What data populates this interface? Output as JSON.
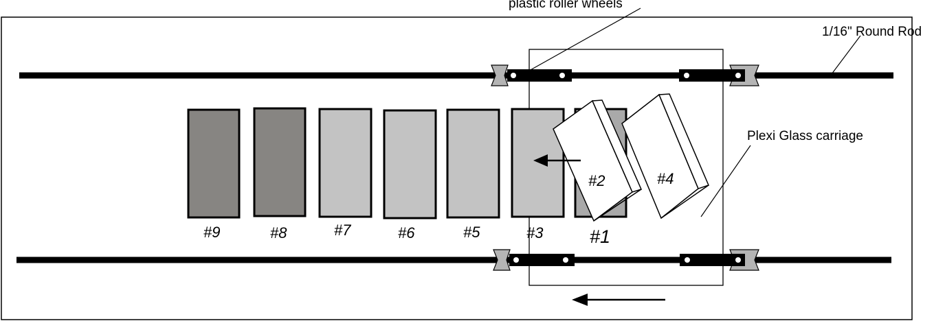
{
  "labels": {
    "roller_wheels": "plastic roller wheels",
    "round_rod": "1/16\" Round Rod",
    "carriage": "Plexi Glass carriage"
  },
  "blocks": [
    {
      "label": "#9",
      "tone": "dark"
    },
    {
      "label": "#8",
      "tone": "dark"
    },
    {
      "label": "#7",
      "tone": "light"
    },
    {
      "label": "#6",
      "tone": "light"
    },
    {
      "label": "#5",
      "tone": "light"
    },
    {
      "label": "#3",
      "tone": "light"
    },
    {
      "label": "#1",
      "tone": "medium"
    }
  ],
  "tilted_blocks": [
    {
      "label": "#2"
    },
    {
      "label": "#4"
    }
  ],
  "colors": {
    "rod": "#000000",
    "block_dark": "#878582",
    "block_light": "#c3c3c3",
    "block_medium": "#a9a9a9",
    "wheel": "#b4b4b4"
  }
}
